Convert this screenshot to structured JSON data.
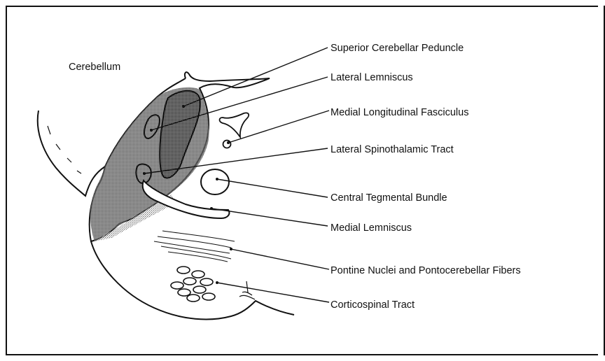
{
  "title_region": "Cerebellum",
  "labels": {
    "superior_cerebellar_peduncle": "Superior Cerebellar Peduncle",
    "lateral_lemniscus": "Lateral Lemniscus",
    "medial_longitudinal_fasciculus": "Medial Longitudinal Fasciculus",
    "lateral_spinothalamic_tract": "Lateral Spinothalamic Tract",
    "central_tegmental_bundle": "Central Tegmental Bundle",
    "medial_lemniscus": "Medial Lemniscus",
    "pontine_nuclei": "Pontine Nuclei and Pontocerebellar Fibers",
    "corticospinal_tract": "Corticospinal Tract"
  }
}
